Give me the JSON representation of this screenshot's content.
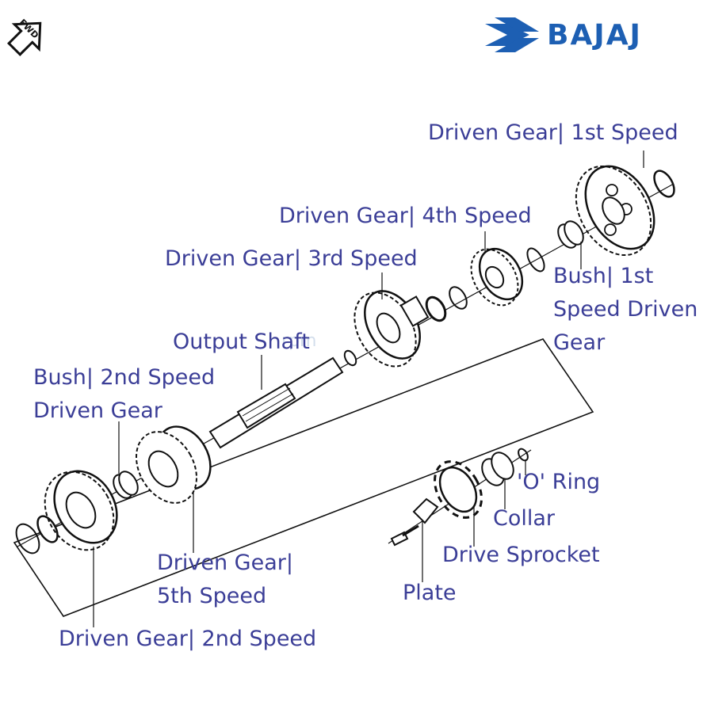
{
  "brand": {
    "name": "BAJAJ",
    "color": "#1d5fb3",
    "logo_icon": "bajaj-wing-logo",
    "fwd_badge": "FWD",
    "fwd_icon": "fwd-arrow-icon",
    "watermark": "rpm"
  },
  "label_color": "#3b3e97",
  "labels": {
    "driven_gear_1st": "Driven Gear| 1st Speed",
    "driven_gear_4th": "Driven Gear| 4th Speed",
    "driven_gear_3rd": "Driven Gear| 3rd Speed",
    "bush_1st_line1": "Bush| 1st",
    "bush_1st_line2": "Speed Driven",
    "bush_1st_line3": "Gear",
    "output_shaft": "Output Shaft",
    "bush_2nd_line1": "Bush| 2nd Speed",
    "bush_2nd_line2": "Driven Gear",
    "o_ring": "'O' Ring",
    "collar": "Collar",
    "driven_gear_5th_line1": "Driven Gear|",
    "driven_gear_5th_line2": "5th Speed",
    "drive_sprocket": "Drive Sprocket",
    "plate": "Plate",
    "driven_gear_2nd": "Driven Gear| 2nd Speed"
  }
}
